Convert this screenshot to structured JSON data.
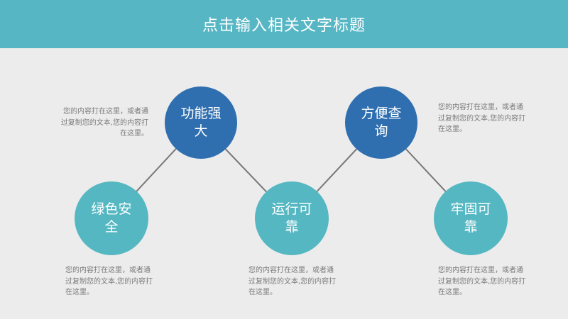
{
  "header": {
    "title": "点击输入相关文字标题"
  },
  "nodes": [
    {
      "id": "green-safe",
      "label": "绿色安全"
    },
    {
      "id": "powerful",
      "label": "功能强大"
    },
    {
      "id": "stable",
      "label": "运行可靠"
    },
    {
      "id": "convenient",
      "label": "方便查询"
    },
    {
      "id": "solid",
      "label": "牢固可靠"
    }
  ],
  "descriptions": [
    "您的内容打在这里，或者通过复制您的文本,您的内容打在这里。",
    "您的内容打在这里，或者通过复制您的文本,您的内容打在这里。",
    "您的内容打在这里，或者通过复制您的文本,您的内容打在这里。",
    "您的内容打在这里，或者通过复制您的文本,您的内容打在这里。",
    "您的内容打在这里，或者通过复制您的文本,您的内容打在这里。"
  ],
  "colors": {
    "header": "#56b6c4",
    "dark_node": "#2f6faf",
    "light_node": "#55b7c2",
    "connector": "#777777"
  }
}
